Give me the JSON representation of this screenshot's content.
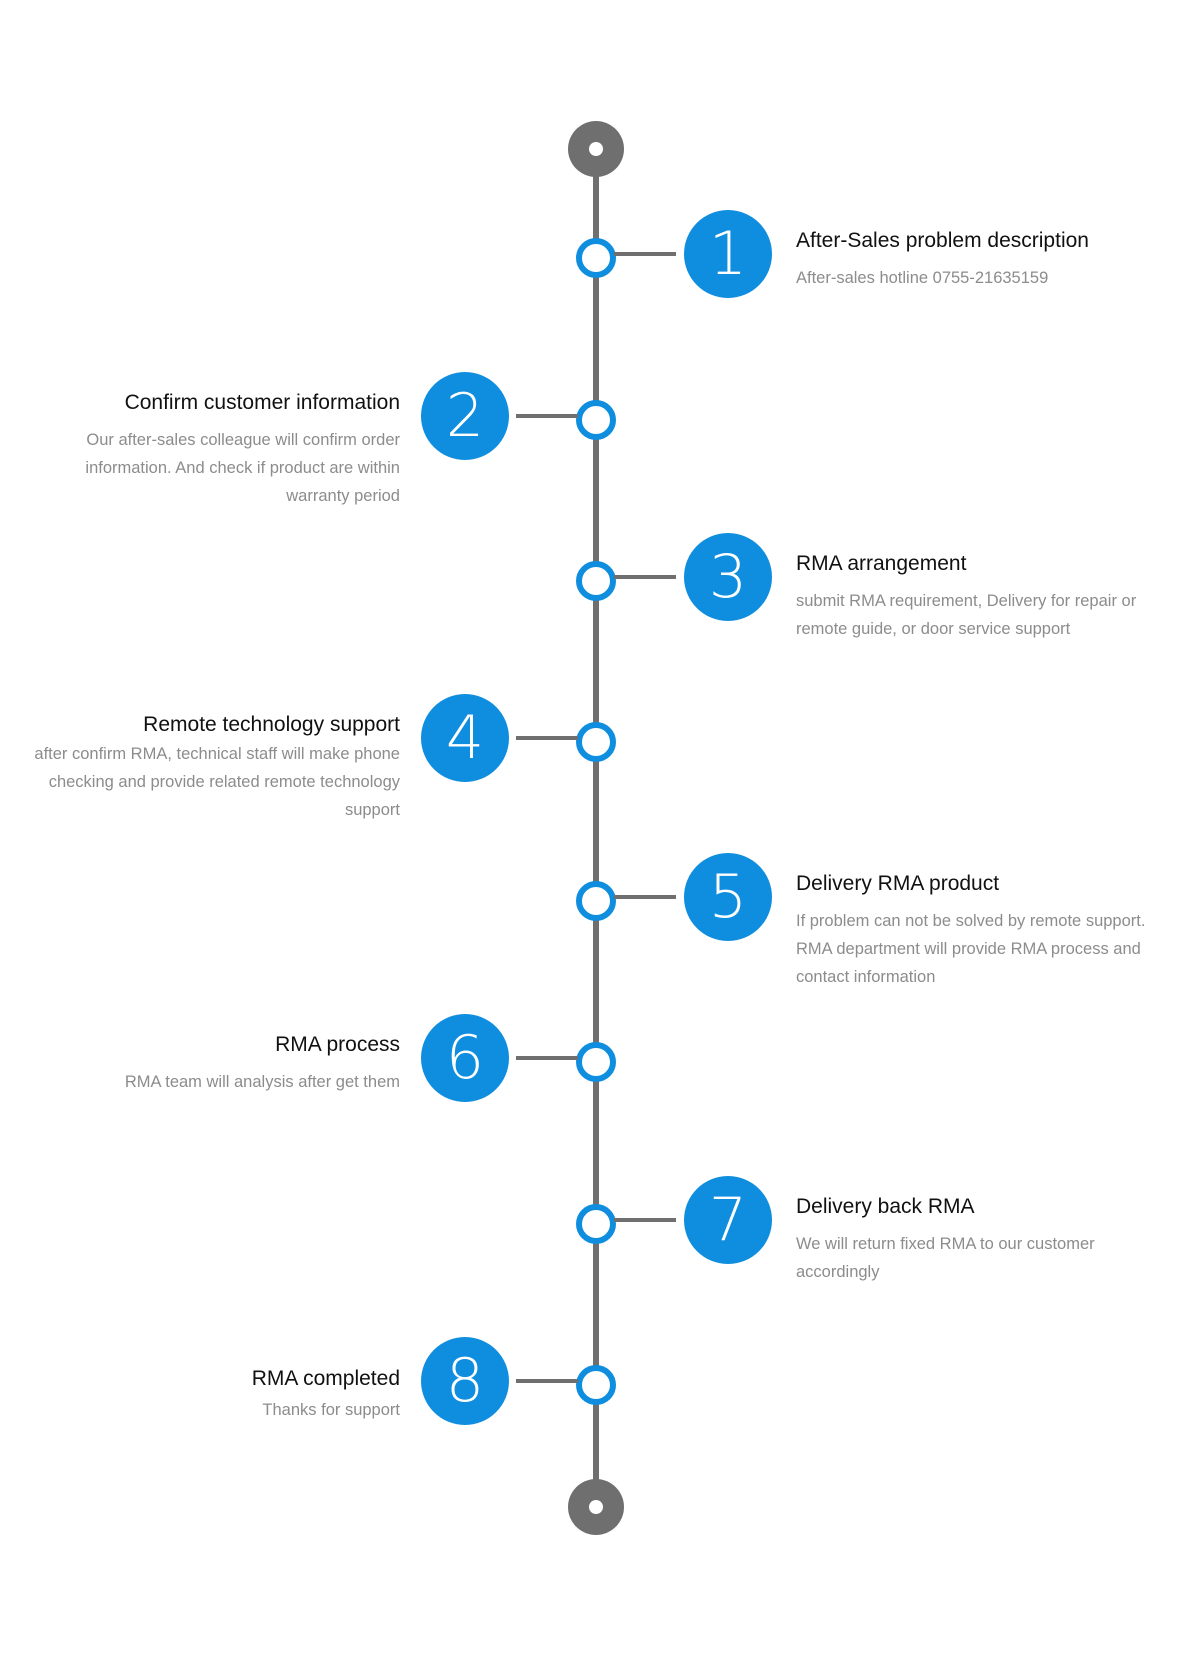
{
  "steps": [
    {
      "number": "1",
      "title": "After-Sales problem description",
      "description": "After-sales hotline 0755-21635159"
    },
    {
      "number": "2",
      "title": "Confirm customer information",
      "description": "Our after-sales colleague will confirm order information. And check if product are within warranty period"
    },
    {
      "number": "3",
      "title": "RMA arrangement",
      "description": "submit RMA requirement, Delivery for repair or remote guide, or door service support"
    },
    {
      "number": "4",
      "title": "Remote technology support",
      "description": "after confirm RMA, technical staff will make phone checking and provide related remote technology support"
    },
    {
      "number": "5",
      "title": "Delivery RMA product",
      "description": "If problem can not be solved by remote support. RMA department will provide RMA process and contact information"
    },
    {
      "number": "6",
      "title": "RMA process",
      "description": "RMA team will analysis after get them"
    },
    {
      "number": "7",
      "title": "Delivery back RMA",
      "description": "We will return fixed RMA to our customer accordingly"
    },
    {
      "number": "8",
      "title": "RMA completed",
      "description": "Thanks for support"
    }
  ],
  "colors": {
    "accent": "#0f8ee0",
    "line": "#6f6f6f",
    "title": "#111111",
    "description": "#8c8c8c"
  }
}
